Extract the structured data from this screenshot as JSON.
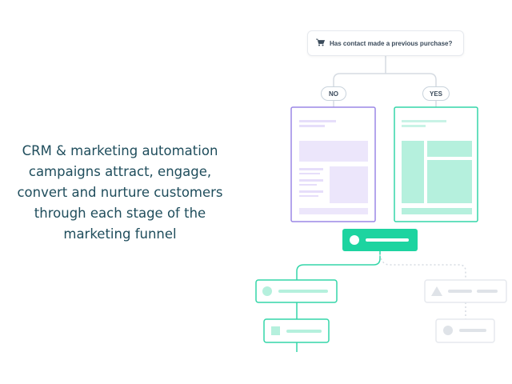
{
  "headline": {
    "lines": [
      "CRM & marketing automation",
      "campaigns attract, engage,",
      "convert and nurture customers",
      "through each stage of the",
      "marketing funnel"
    ]
  },
  "diagram": {
    "question": "Has contact made a previous purchase?",
    "question_icon": "cart-icon",
    "branch_no": "NO",
    "branch_yes": "YES",
    "colors": {
      "purple_border": "#9b87e6",
      "purple_fill": "#ece6fb",
      "green_border": "#33d6a8",
      "green_fill": "#b5f0dd",
      "green_accent": "#1dd4a0",
      "grey_line": "#d5dbe2"
    }
  }
}
